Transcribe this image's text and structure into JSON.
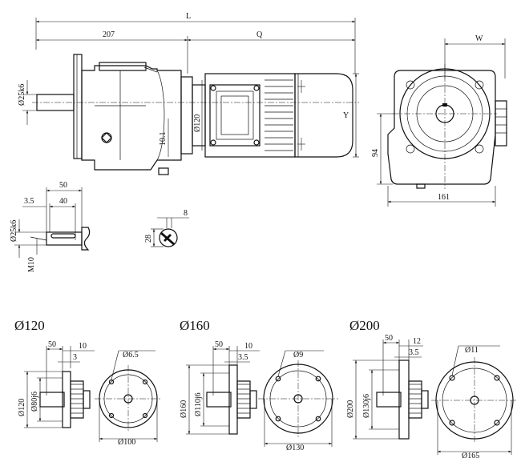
{
  "main_view": {
    "overall_length": "L",
    "reducer_length": "207",
    "motor_length": "Q",
    "shaft_diameter": "Ø25k6",
    "center_height": "10.1",
    "pilot_diameter": "Ø120",
    "motor_height": "Y"
  },
  "side_view": {
    "width_label": "W",
    "height_label": "94",
    "depth_label": "161"
  },
  "shaft_detail": {
    "length_total": "50",
    "key_length": "40",
    "key_offset": "3.5",
    "shaft_diameter": "Ø25k6",
    "thread": "M10"
  },
  "key_section": {
    "key_width": "8",
    "key_height": "28"
  },
  "flanges": [
    {
      "title": "Ø120",
      "shaft_length": "50",
      "flange_thickness": "10",
      "spigot_depth": "3",
      "hole_diameter": "Ø6.5",
      "outer_diameter": "Ø120",
      "spigot_diameter": "Ø80j6",
      "bolt_circle": "Ø100"
    },
    {
      "title": "Ø160",
      "shaft_length": "50",
      "flange_thickness": "10",
      "spigot_depth": "3.5",
      "hole_diameter": "Ø9",
      "outer_diameter": "Ø160",
      "spigot_diameter": "Ø110j6",
      "bolt_circle": "Ø130"
    },
    {
      "title": "Ø200",
      "shaft_length": "50",
      "flange_thickness": "12",
      "spigot_depth": "3.5",
      "hole_diameter": "Ø11",
      "outer_diameter": "Ø200",
      "spigot_diameter": "Ø130j6",
      "bolt_circle": "Ø165"
    }
  ]
}
